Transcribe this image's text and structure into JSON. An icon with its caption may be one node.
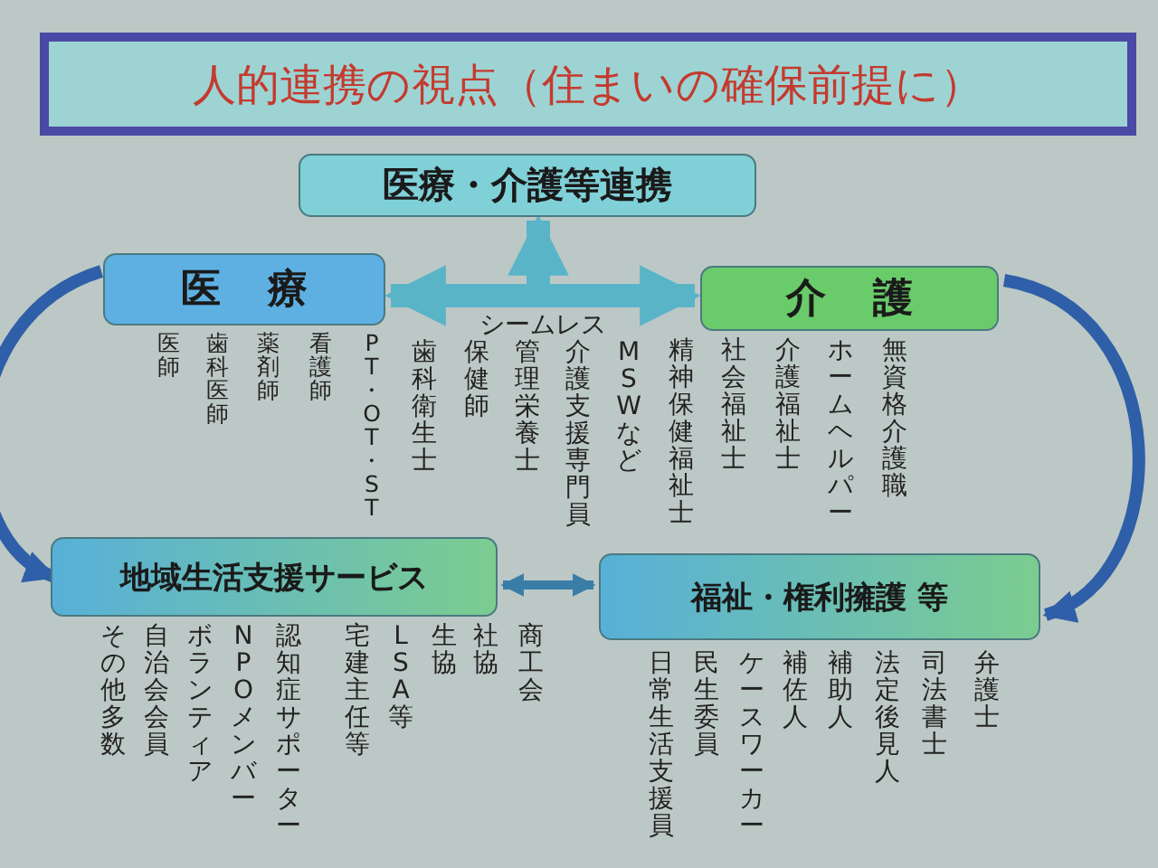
{
  "diagram": {
    "title": "人的連携の視点（住まいの確保前提に）",
    "nodes": [
      {
        "text": [
          "医療・介護等連携"
        ]
      },
      {
        "text": [
          "医療"
        ],
        "beside": [
          "医師",
          "歯科医師",
          "薬剤師",
          "看護師",
          "PT・OT・ST"
        ]
      },
      {
        "text": [
          "介護"
        ],
        "beside": [
          "精神保健福祉士",
          "社会福祉士",
          "介護福祉士",
          "ホームヘルパー",
          "無資格介護職"
        ]
      },
      {
        "text": [
          "地域生活支援サービス"
        ],
        "beside": [
          "その他多数",
          "自治会会員",
          "ボランティア",
          "NPOメンバー",
          "認知症サポーター",
          "宅建主任等",
          "LSA等",
          "生協",
          "社協",
          "商工会"
        ]
      },
      {
        "text": [
          "福祉・権利擁護 等"
        ],
        "beside": [
          "日常生活支援員",
          "民生委員",
          "ケースワーカー",
          "補佐人",
          "補助人",
          "法定後見人",
          "司法書士",
          "弁護士"
        ]
      }
    ],
    "edges": [
      {
        "from": 1,
        "to": 2,
        "arrow": "both",
        "label": "シームレス",
        "style": "thick",
        "color": "#5ab4c8"
      },
      {
        "from": null,
        "to": 0,
        "arrow": "to",
        "style": "thick",
        "color": "#5ab4c8"
      },
      {
        "from": 1,
        "to": 3,
        "arrow": "to",
        "color": "#2f5fa8"
      },
      {
        "from": 2,
        "to": 4,
        "arrow": "to",
        "color": "#2f5fa8"
      },
      {
        "from": 3,
        "to": 4,
        "arrow": "both",
        "color": "#3a7ea8"
      }
    ],
    "labels": [
      "歯科衛生士",
      "保健師",
      "管理栄養士",
      "介護支援専門員",
      "MSWなど"
    ]
  }
}
